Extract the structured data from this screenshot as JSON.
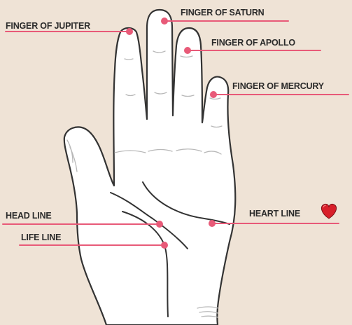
{
  "accent_color": "#e85a78",
  "labels": {
    "jupiter": "FINGER OF JUPITER",
    "saturn": "FINGER OF SATURN",
    "apollo": "FINGER OF APOLLO",
    "mercury": "FINGER OF MERCURY",
    "head_line": "HEAD LINE",
    "heart_line": "HEART LINE",
    "life_line": "LIFE LINE"
  },
  "icons": {
    "heart": "heart-icon"
  }
}
